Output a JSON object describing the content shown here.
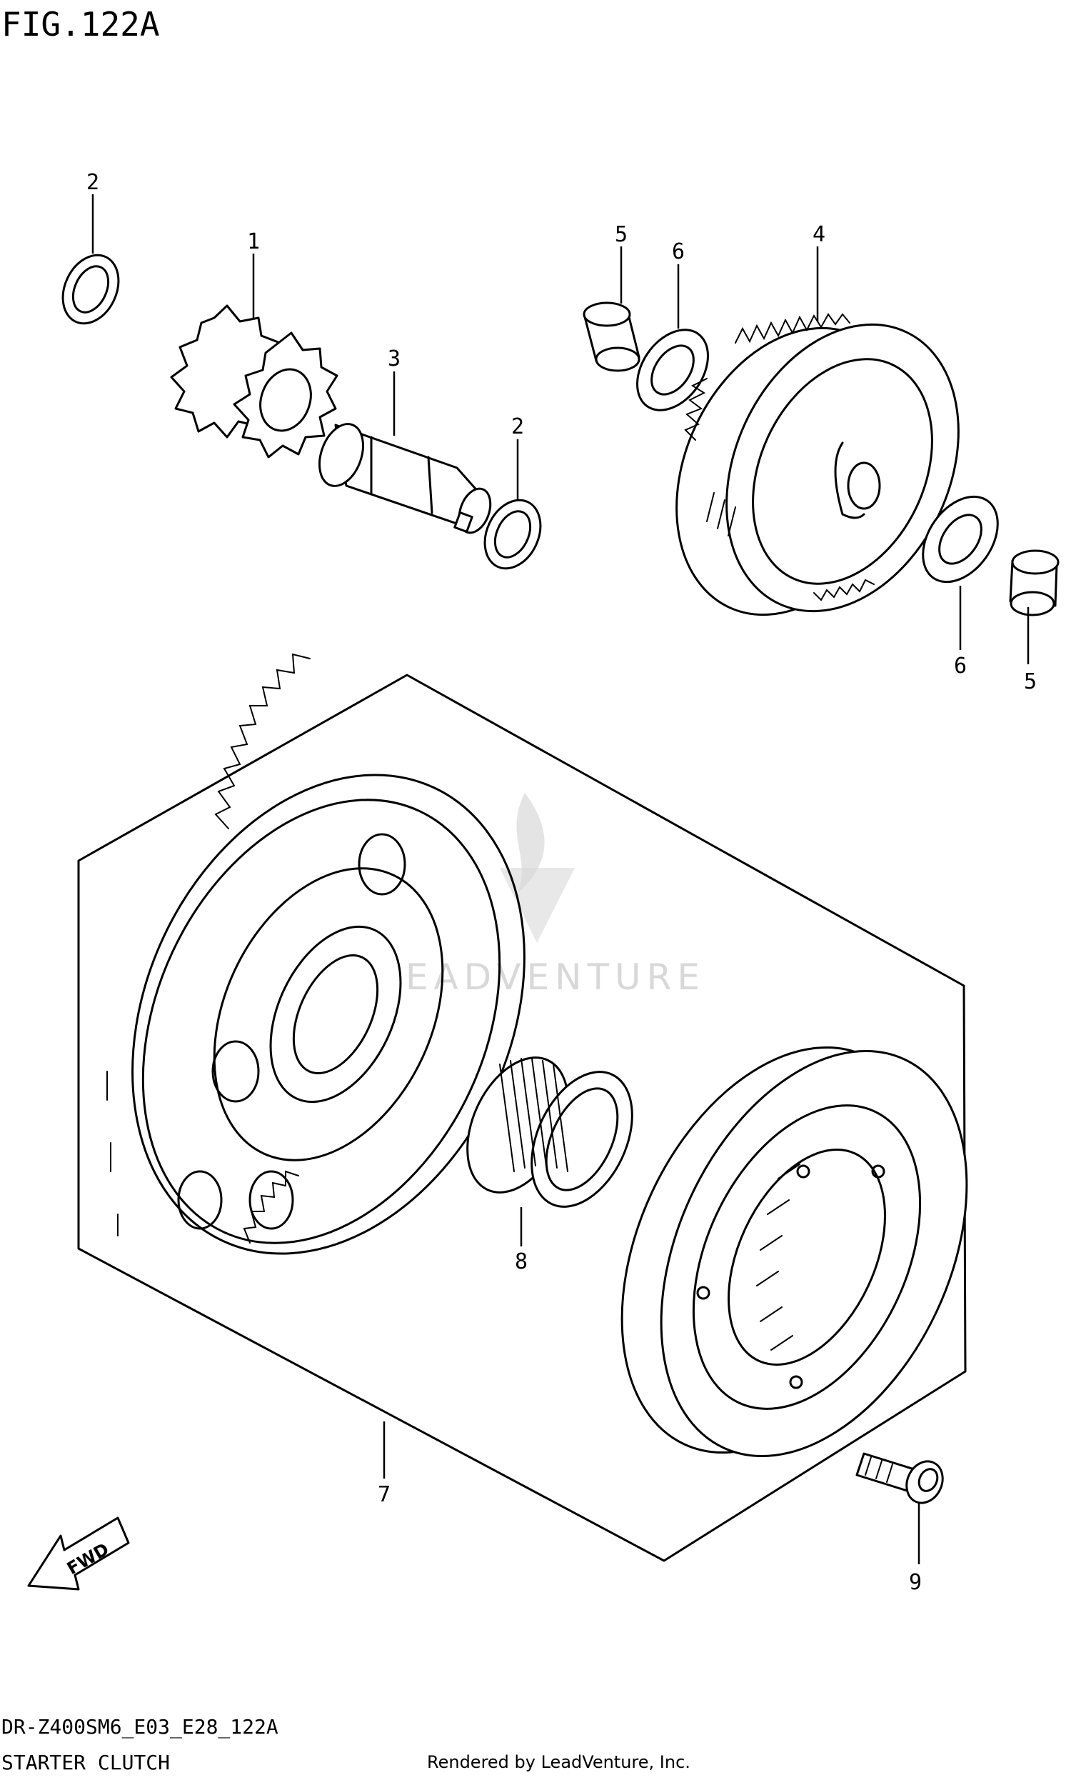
{
  "figure_title": "FIG.122A",
  "model_code": "DR-Z400SM6_E03_E28_122A",
  "section_title": "STARTER CLUTCH",
  "rendered_by": "Rendered by LeadVenture, Inc.",
  "watermark": "LEADVENTURE",
  "fwd_label": "FWD",
  "callouts": {
    "c1": "1",
    "c2a": "2",
    "c2b": "2",
    "c3": "3",
    "c4": "4",
    "c5a": "5",
    "c5b": "5",
    "c6a": "6",
    "c6b": "6",
    "c7": "7",
    "c8": "8",
    "c9": "9"
  }
}
